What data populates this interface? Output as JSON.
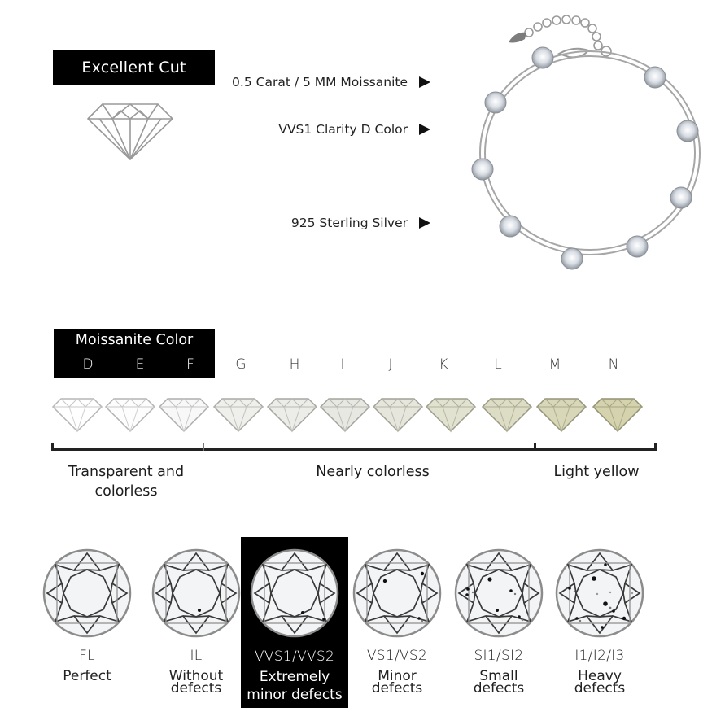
{
  "top": {
    "cut_badge": "Excellent Cut",
    "specs": [
      {
        "text": "0.5 Carat / 5 MM Moissanite",
        "icon": "triangle-right-icon"
      },
      {
        "text": "VVS1 Clarity D Color",
        "icon": "triangle-right-icon"
      },
      {
        "text": "925 Sterling Silver",
        "icon": "triangle-right-icon"
      }
    ],
    "product_image": "silver-bracelet-with-moissanite-stones"
  },
  "color_scale": {
    "title": "Moissanite Color",
    "grades": [
      "D",
      "E",
      "F",
      "G",
      "H",
      "I",
      "J",
      "K",
      "L",
      "M",
      "N"
    ],
    "gem_tints": [
      "#ffffff",
      "#fdfdfd",
      "#f8f8f8",
      "#efefec",
      "#ecece8",
      "#e8e8e3",
      "#e6e6dc",
      "#e2e2d0",
      "#dddcc4",
      "#d8d7b8",
      "#d4d3ae"
    ],
    "ranges": [
      {
        "label_line1": "Transparent and",
        "label_line2": "colorless",
        "grades": "D-F"
      },
      {
        "label_line1": "Nearly colorless",
        "label_line2": "",
        "grades": "G-L"
      },
      {
        "label_line1": "Light yellow",
        "label_line2": "",
        "grades": "M-N"
      }
    ]
  },
  "clarity": {
    "items": [
      {
        "code": "FL",
        "desc1": "Perfect",
        "desc2": "",
        "active": false
      },
      {
        "code": "IL",
        "desc1": "Without",
        "desc2": "defects",
        "active": false
      },
      {
        "code": "VVS1/VVS2",
        "desc1": "Extremely",
        "desc2": "minor defects",
        "active": true
      },
      {
        "code": "VS1/VS2",
        "desc1": "Minor",
        "desc2": "defects",
        "active": false
      },
      {
        "code": "SI1/SI2",
        "desc1": "Small",
        "desc2": "defects",
        "active": false
      },
      {
        "code": "I1/I2/I3",
        "desc1": "Heavy",
        "desc2": "defects",
        "active": false
      }
    ]
  },
  "colors": {
    "badge_bg": "#000000",
    "badge_text": "#ffffff",
    "text": "#222222"
  }
}
